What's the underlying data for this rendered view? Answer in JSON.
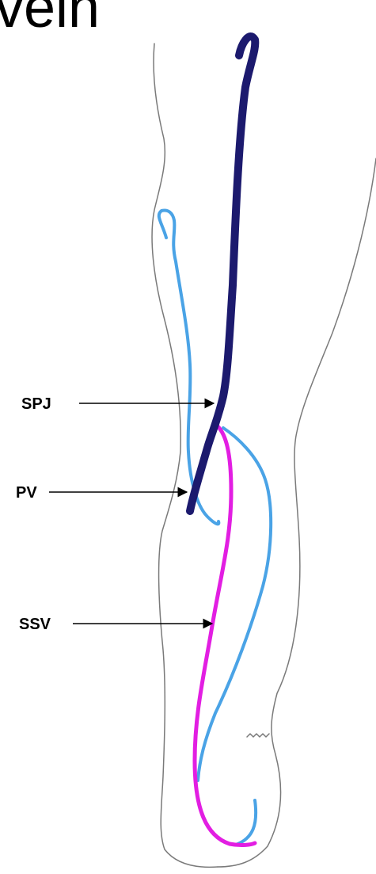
{
  "title": "vein",
  "labels": {
    "spj": "SPJ",
    "pv": "PV",
    "ssv": "SSV"
  },
  "colors": {
    "background": "#ffffff",
    "leg_outline": "#7a7a7a",
    "deep_vein": "#1c1a6e",
    "superficial_vein_light_blue": "#4aa3e6",
    "short_saphenous_vein_magenta": "#e21ee2",
    "arrow": "#000000",
    "label_text": "#000000"
  }
}
